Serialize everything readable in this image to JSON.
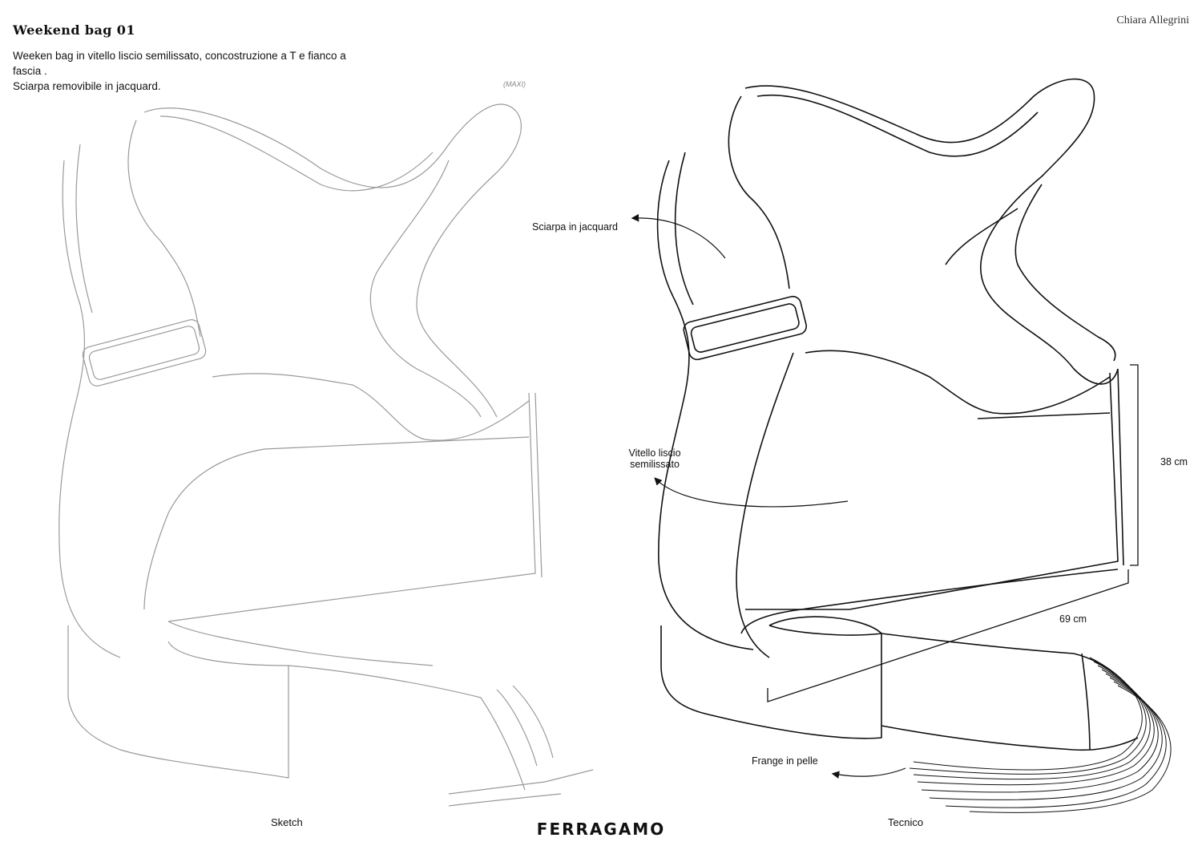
{
  "header": {
    "title": "Weekend bag 01",
    "author": "Chiara Allegrini",
    "description_lines": [
      "Weeken bag in vitello liscio semilissato, concostruzione a T  e  fianco a",
      "fascia .",
      "Sciarpa removibile in jacquard."
    ],
    "sketch_note": "(MAXI)"
  },
  "panels": {
    "left_caption": "Sketch",
    "right_caption": "Tecnico"
  },
  "annotations": {
    "scarf": "Sciarpa in jacquard",
    "leather_line1": "Vitello liscio",
    "leather_line2": "semilissato",
    "fringe": "Frange in pelle",
    "height": "38 cm",
    "width": "69 cm"
  },
  "footer": {
    "brand": "FERRAGAMO"
  }
}
